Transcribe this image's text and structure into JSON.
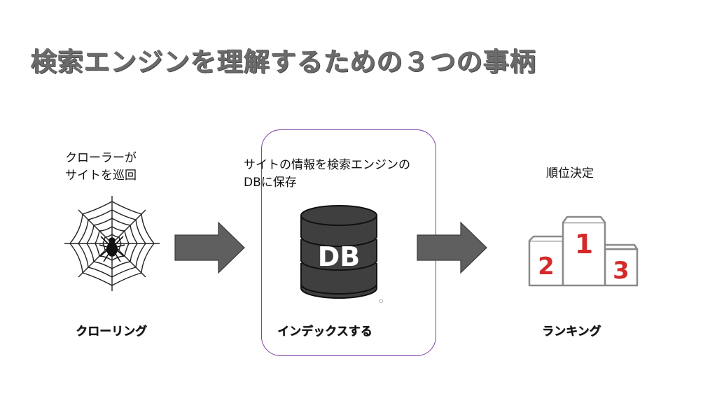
{
  "title": "検索エンジンを理解するための３つの事柄",
  "steps": [
    {
      "caption": "クローラーが\nサイトを巡回",
      "label": "クローリング",
      "icon": "spider-web-icon"
    },
    {
      "caption": "サイトの情報を検索エンジンの\nDBに保存",
      "label": "インデックスする",
      "icon": "database-icon",
      "icon_text": "DB"
    },
    {
      "caption": "順位決定",
      "label": "ランキング",
      "icon": "podium-icon",
      "places": [
        "1",
        "2",
        "3"
      ]
    }
  ],
  "colors": {
    "title": "#6b6b6b",
    "arrow": "#5f5f5f",
    "highlight_border": "#7e3ea6",
    "podium_numbers": "#d42a2a",
    "db": "#3f3f3f"
  }
}
